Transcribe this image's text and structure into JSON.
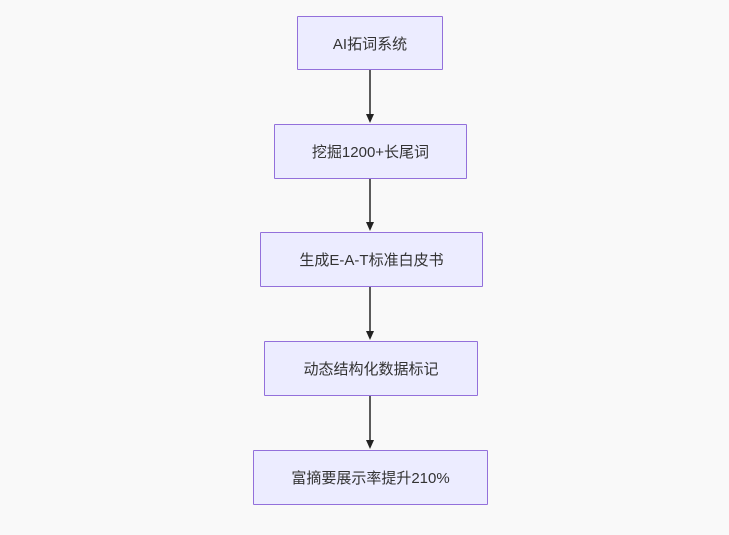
{
  "diagram": {
    "type": "flowchart",
    "direction": "top-down",
    "nodes": [
      {
        "id": "n1",
        "label": "AI拓词系统"
      },
      {
        "id": "n2",
        "label": "挖掘1200+长尾词"
      },
      {
        "id": "n3",
        "label": "生成E-A-T标准白皮书"
      },
      {
        "id": "n4",
        "label": "动态结构化数据标记"
      },
      {
        "id": "n5",
        "label": "富摘要展示率提升210%"
      }
    ],
    "edges": [
      {
        "from": "n1",
        "to": "n2"
      },
      {
        "from": "n2",
        "to": "n3"
      },
      {
        "from": "n3",
        "to": "n4"
      },
      {
        "from": "n4",
        "to": "n5"
      }
    ],
    "colors": {
      "background": "#f9f9f9",
      "node_fill": "#ECECFF",
      "node_border": "#9370DB",
      "node_text": "#333333",
      "edge_line": "#5b5b5b",
      "edge_arrowhead": "#222222"
    }
  }
}
